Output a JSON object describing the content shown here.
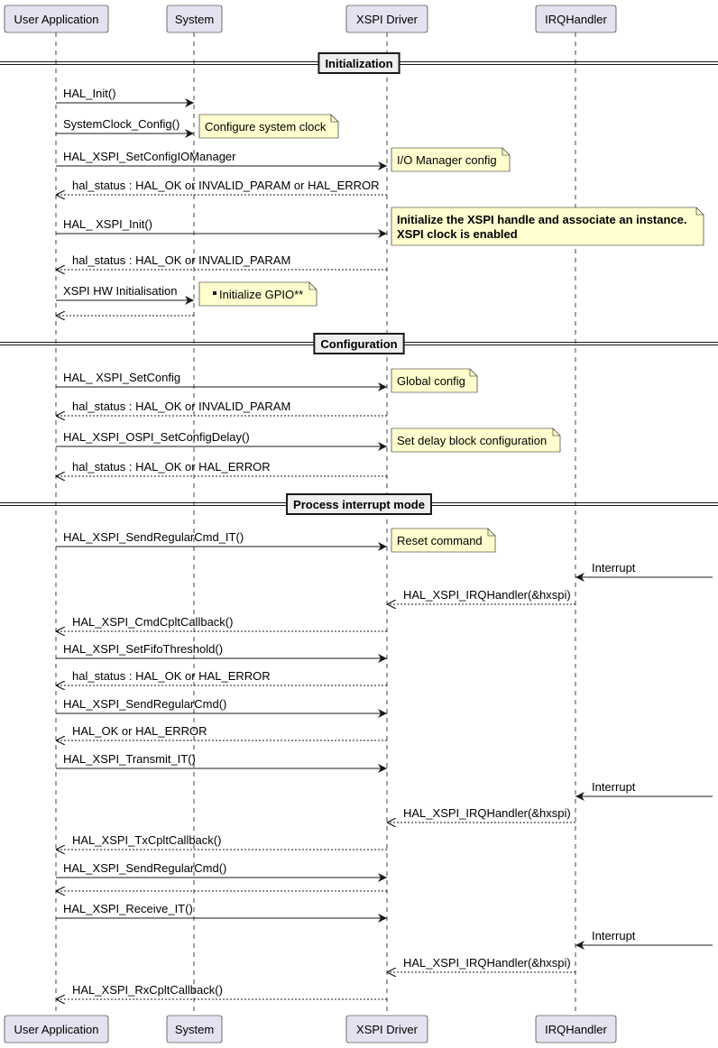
{
  "participants": [
    {
      "name": "User Application"
    },
    {
      "name": "System"
    },
    {
      "name": "XSPI Driver"
    },
    {
      "name": "IRQHandler"
    }
  ],
  "dividers": [
    {
      "label": "Initialization"
    },
    {
      "label": "Configuration"
    },
    {
      "label": "Process interrupt mode"
    }
  ],
  "messages": [
    {
      "from": "User Application",
      "to": "System",
      "label": "HAL_Init()",
      "style": "sync"
    },
    {
      "from": "User Application",
      "to": "System",
      "label": "SystemClock_Config()",
      "style": "sync"
    },
    {
      "from": "User Application",
      "to": "XSPI Driver",
      "label": "HAL_XSPI_SetConfigIOManager",
      "style": "sync"
    },
    {
      "from": "XSPI Driver",
      "to": "User Application",
      "label": "hal_status : HAL_OK or INVALID_PARAM or HAL_ERROR",
      "style": "return"
    },
    {
      "from": "User Application",
      "to": "XSPI Driver",
      "label": "HAL_ XSPI_Init()",
      "style": "sync"
    },
    {
      "from": "XSPI Driver",
      "to": "User Application",
      "label": "hal_status : HAL_OK or INVALID_PARAM",
      "style": "return"
    },
    {
      "from": "User Application",
      "to": "System",
      "label": "XSPI HW Initialisation",
      "style": "sync"
    },
    {
      "from": "System",
      "to": "User Application",
      "label": "",
      "style": "return"
    },
    {
      "from": "User Application",
      "to": "XSPI Driver",
      "label": "HAL_ XSPI_SetConfig",
      "style": "sync"
    },
    {
      "from": "XSPI Driver",
      "to": "User Application",
      "label": "hal_status : HAL_OK or INVALID_PARAM",
      "style": "return"
    },
    {
      "from": "User Application",
      "to": "XSPI Driver",
      "label": "HAL_XSPI_OSPI_SetConfigDelay()",
      "style": "sync"
    },
    {
      "from": "XSPI Driver",
      "to": "User Application",
      "label": "hal_status : HAL_OK or HAL_ERROR",
      "style": "return"
    },
    {
      "from": "User Application",
      "to": "XSPI Driver",
      "label": "HAL_XSPI_SendRegularCmd_IT()",
      "style": "sync"
    },
    {
      "from": "external",
      "to": "IRQHandler",
      "label": "Interrupt",
      "style": "sync"
    },
    {
      "from": "IRQHandler",
      "to": "XSPI Driver",
      "label": "HAL_XSPI_IRQHandler(&hxspi)",
      "style": "return"
    },
    {
      "from": "XSPI Driver",
      "to": "User Application",
      "label": "HAL_XSPI_CmdCpltCallback()",
      "style": "return"
    },
    {
      "from": "User Application",
      "to": "XSPI Driver",
      "label": "HAL_XSPI_SetFifoThreshold()",
      "style": "sync"
    },
    {
      "from": "XSPI Driver",
      "to": "User Application",
      "label": "hal_status : HAL_OK or HAL_ERROR",
      "style": "return"
    },
    {
      "from": "User Application",
      "to": "XSPI Driver",
      "label": "HAL_XSPI_SendRegularCmd()",
      "style": "sync"
    },
    {
      "from": "XSPI Driver",
      "to": "User Application",
      "label": "HAL_OK or HAL_ERROR",
      "style": "return"
    },
    {
      "from": "User Application",
      "to": "XSPI Driver",
      "label": "HAL_XSPI_Transmit_IT()",
      "style": "sync"
    },
    {
      "from": "external",
      "to": "IRQHandler",
      "label": "Interrupt",
      "style": "sync"
    },
    {
      "from": "IRQHandler",
      "to": "XSPI Driver",
      "label": "HAL_XSPI_IRQHandler(&hxspi)",
      "style": "return"
    },
    {
      "from": "XSPI Driver",
      "to": "User Application",
      "label": "HAL_XSPI_TxCpltCallback()",
      "style": "return"
    },
    {
      "from": "User Application",
      "to": "XSPI Driver",
      "label": "HAL_XSPI_SendRegularCmd()",
      "style": "sync"
    },
    {
      "from": "XSPI Driver",
      "to": "User Application",
      "label": "",
      "style": "return"
    },
    {
      "from": "User Application",
      "to": "XSPI Driver",
      "label": "HAL_XSPI_Receive_IT()",
      "style": "sync"
    },
    {
      "from": "external",
      "to": "IRQHandler",
      "label": "Interrupt",
      "style": "sync"
    },
    {
      "from": "IRQHandler",
      "to": "XSPI Driver",
      "label": "HAL_XSPI_IRQHandler(&hxspi)",
      "style": "return"
    },
    {
      "from": "XSPI Driver",
      "to": "User Application",
      "label": "HAL_XSPI_RxCpltCallback()",
      "style": "return"
    }
  ],
  "notes": [
    {
      "attached_to": "System",
      "lines": [
        "Configure system clock"
      ],
      "bold": false,
      "bullet": false
    },
    {
      "attached_to": "XSPI Driver",
      "lines": [
        "I/O Manager config"
      ],
      "bold": false,
      "bullet": false
    },
    {
      "attached_to": "XSPI Driver",
      "lines": [
        "Initialize the XSPI handle and associate an instance.",
        "XSPI clock is enabled"
      ],
      "bold": true,
      "bullet": false
    },
    {
      "attached_to": "System",
      "lines": [
        "Initialize GPIO**"
      ],
      "bold": false,
      "bullet": true
    },
    {
      "attached_to": "XSPI Driver",
      "lines": [
        "Global config"
      ],
      "bold": false,
      "bullet": false
    },
    {
      "attached_to": "XSPI Driver",
      "lines": [
        "Set delay block configuration"
      ],
      "bold": false,
      "bullet": false
    },
    {
      "attached_to": "XSPI Driver",
      "lines": [
        "Reset command"
      ],
      "bold": false,
      "bullet": false
    }
  ],
  "colors": {
    "participant_fill": "#e2e2f0",
    "participant_border": "#181818",
    "note_fill": "#fefece",
    "note_border": "#181818",
    "divider_fill": "#eeeeee",
    "line": "#181818"
  }
}
